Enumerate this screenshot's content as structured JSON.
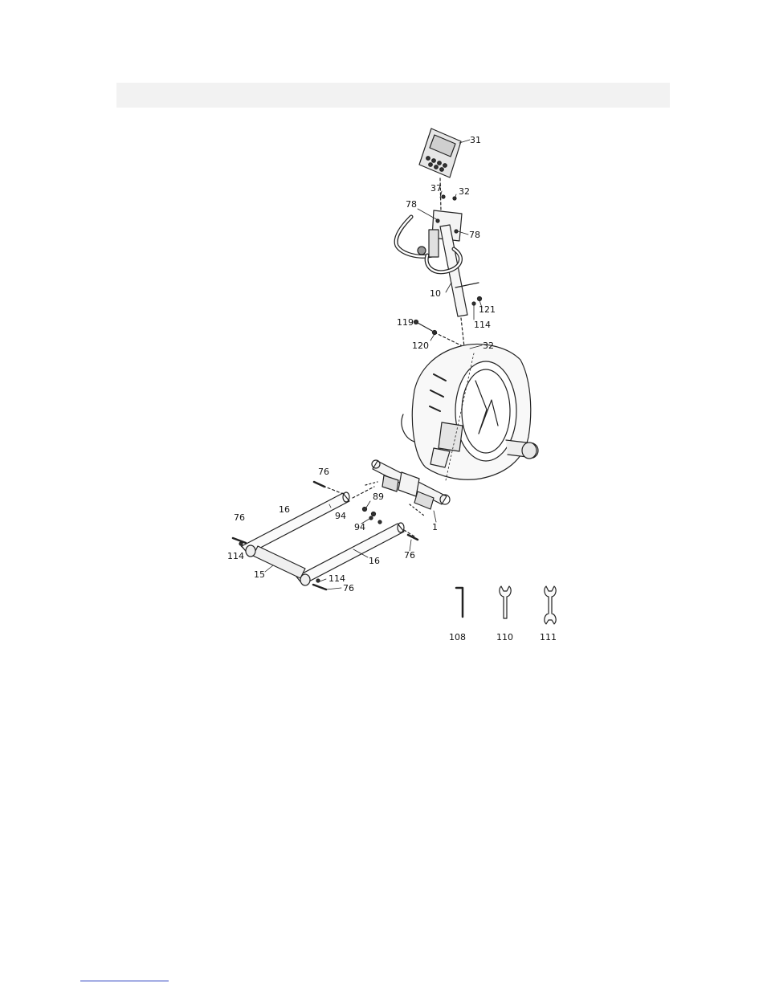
{
  "header": {
    "title": ""
  },
  "callouts": {
    "c31": "31",
    "c37": "37",
    "c32a": "32",
    "c78a": "78",
    "c78b": "78",
    "c10": "10",
    "c121": "121",
    "c114a": "114",
    "c119": "119",
    "c120": "120",
    "c32b": "32",
    "c76a": "76",
    "c16a": "16",
    "c94a": "94",
    "c89": "89",
    "c94b": "94",
    "c1": "1",
    "c76b": "76",
    "c114b": "114",
    "c16b": "16",
    "c76c": "76",
    "c15": "15",
    "c114c": "114",
    "c76d": "76"
  },
  "tools": [
    {
      "label": "108",
      "icon": "allen-key-icon"
    },
    {
      "label": "110",
      "icon": "wrench-icon"
    },
    {
      "label": "111",
      "icon": "open-end-wrench-icon"
    }
  ]
}
